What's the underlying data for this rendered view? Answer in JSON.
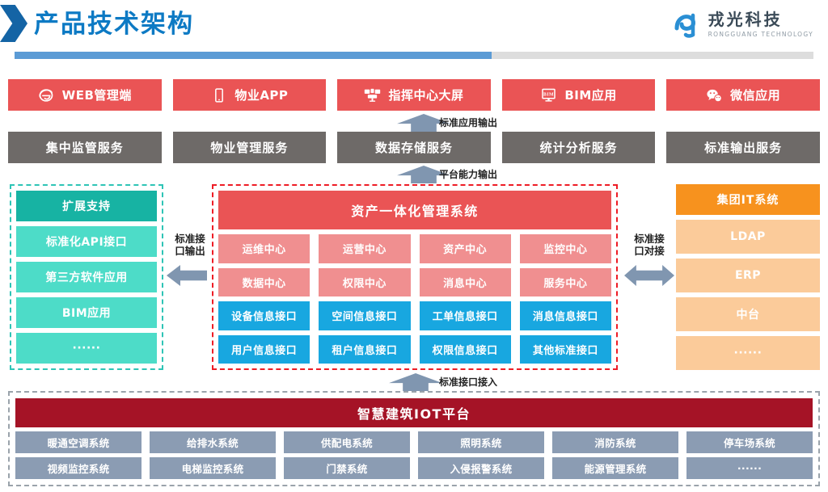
{
  "header": {
    "title": "产品技术架构",
    "logo_cn": "戎光科技",
    "logo_en": "RONGGUANG TECHNOLOGY",
    "accent_blue": "#0d7ac4",
    "divider_fill": "#5b9bd5",
    "divider_track": "#dddddd"
  },
  "apps": {
    "color": "#ea5455",
    "items": [
      {
        "label": "WEB管理端",
        "icon": "internet-explorer-icon"
      },
      {
        "label": "物业APP",
        "icon": "mobile-phone-icon"
      },
      {
        "label": "指挥中心大屏",
        "icon": "video-wall-icon"
      },
      {
        "label": "BIM应用",
        "icon": "bim-monitor-icon"
      },
      {
        "label": "微信应用",
        "icon": "wechat-icon"
      }
    ]
  },
  "services": {
    "color": "#6e6a68",
    "items": [
      {
        "label": "集中监管服务"
      },
      {
        "label": "物业管理服务"
      },
      {
        "label": "数据存储服务"
      },
      {
        "label": "统计分析服务"
      },
      {
        "label": "标准输出服务"
      }
    ]
  },
  "arrows": {
    "app_output": "标准应用输出",
    "platform_output": "平台能力输出",
    "interface_access": "标准接口接入",
    "interface_output_line1": "标准接",
    "interface_output_line2": "口输出",
    "interface_dock_line1": "标准接",
    "interface_dock_line2": "口对接",
    "color": "#8096b0"
  },
  "left_panel": {
    "border_color": "#2ec4b6",
    "head_color": "#17b3a3",
    "item_color": "#4ddcc8",
    "head": "扩展支持",
    "items": [
      {
        "label": "标准化API接口"
      },
      {
        "label": "第三方软件应用"
      },
      {
        "label": "BIM应用"
      },
      {
        "label": "······"
      }
    ]
  },
  "center_panel": {
    "border_color": "#ee1c25",
    "head": "资产一体化管理系统",
    "head_color": "#ea5455",
    "pink_color": "#f08f90",
    "blue_color": "#18a7e0",
    "row1": [
      {
        "label": "运维中心"
      },
      {
        "label": "运营中心"
      },
      {
        "label": "资产中心"
      },
      {
        "label": "监控中心"
      }
    ],
    "row2": [
      {
        "label": "数据中心"
      },
      {
        "label": "权限中心"
      },
      {
        "label": "消息中心"
      },
      {
        "label": "服务中心"
      }
    ],
    "row3": [
      {
        "label": "设备信息接口"
      },
      {
        "label": "空间信息接口"
      },
      {
        "label": "工单信息接口"
      },
      {
        "label": "消息信息接口"
      }
    ],
    "row4": [
      {
        "label": "用户信息接口"
      },
      {
        "label": "租户信息接口"
      },
      {
        "label": "权限信息接口"
      },
      {
        "label": "其他标准接口"
      }
    ]
  },
  "right_panel": {
    "head_color": "#f7921e",
    "item_color": "#fbcb9a",
    "head": "集团IT系统",
    "items": [
      {
        "label": "LDAP"
      },
      {
        "label": "ERP"
      },
      {
        "label": "中台"
      },
      {
        "label": "······"
      }
    ]
  },
  "iot": {
    "border_color": "#9aa3ab",
    "head": "智慧建筑IOT平台",
    "head_color": "#a51326",
    "cell_color": "#8b9cb3",
    "row1": [
      {
        "label": "暖通空调系统"
      },
      {
        "label": "给排水系统"
      },
      {
        "label": "供配电系统"
      },
      {
        "label": "照明系统"
      },
      {
        "label": "消防系统"
      },
      {
        "label": "停车场系统"
      }
    ],
    "row2": [
      {
        "label": "视频监控系统"
      },
      {
        "label": "电梯监控系统"
      },
      {
        "label": "门禁系统"
      },
      {
        "label": "入侵报警系统"
      },
      {
        "label": "能源管理系统"
      },
      {
        "label": "······"
      }
    ]
  }
}
